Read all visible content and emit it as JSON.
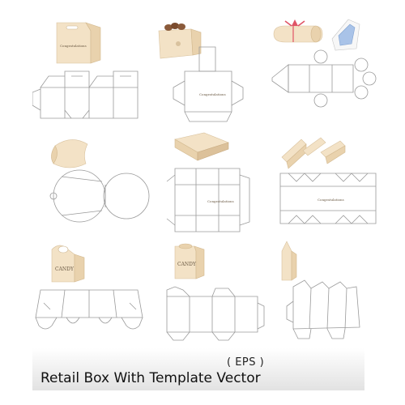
{
  "caption": {
    "format_label": "( EPS )",
    "title": "Retail Box With Template Vector"
  },
  "box_labels": {
    "congratulations": "Congratulations",
    "candy": "CANDY"
  },
  "colors": {
    "carton": "#f3e2c6",
    "carton_shade": "#e9d2ad",
    "ribbon": "#e05466",
    "chocolate": "#8a5a3a",
    "dieline": "#9a9a9a",
    "window_blue": "#a9c3e8"
  },
  "templates": [
    {
      "name": "gable-handle-box"
    },
    {
      "name": "chocolate-flap-box"
    },
    {
      "name": "pillow-tube-box"
    },
    {
      "name": "round-pillow-box"
    },
    {
      "name": "flat-lid-box"
    },
    {
      "name": "cracker-box"
    },
    {
      "name": "handle-candy-box"
    },
    {
      "name": "cube-candy-box"
    },
    {
      "name": "tall-peak-box"
    }
  ]
}
